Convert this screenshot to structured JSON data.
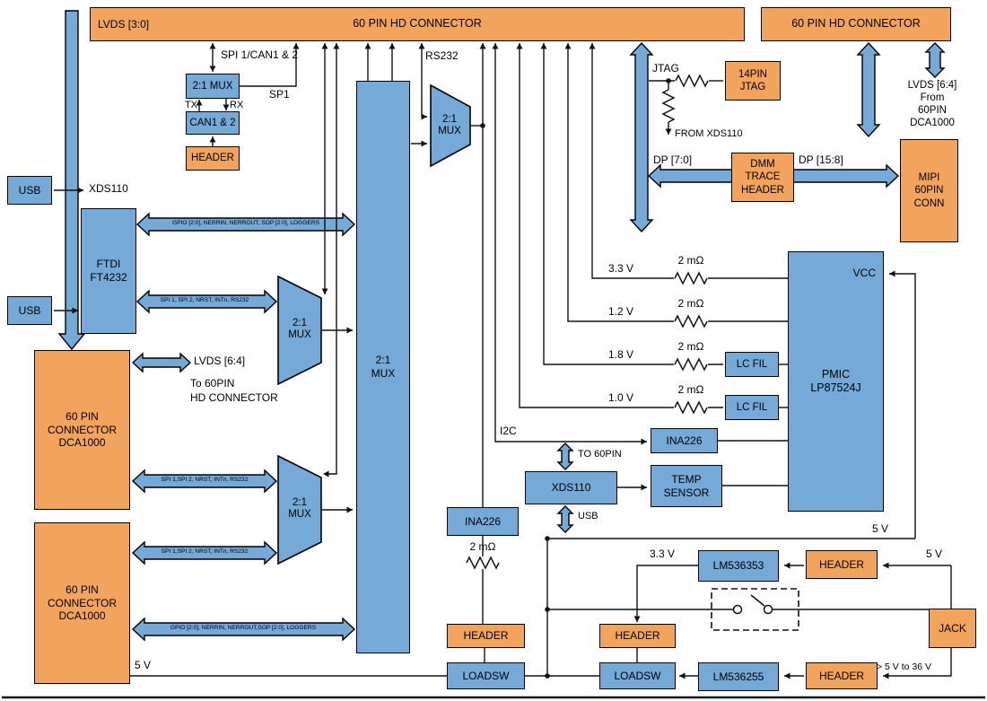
{
  "colors": {
    "block_orange": "#F2A45C",
    "block_blue": "#74A9D8"
  },
  "top": {
    "main_connector": "60 PIN HD CONNECTOR",
    "lvds_3_0": "LVDS [3:0]",
    "right_connector": "60 PIN HD CONNECTOR",
    "lvds_6_4_note": "LVDS [6:4]\nFrom\n60PIN\nDCA1000"
  },
  "can_mux": {
    "bus_label": "SPI 1/CAN1 & 2",
    "mux": "2:1 MUX",
    "sp1": "SP1",
    "tx": "TX",
    "rx": "RX",
    "can": "CAN1 & 2",
    "header": "HEADER"
  },
  "left": {
    "usb_top": "USB",
    "usb_top_target": "XDS110",
    "usb_bottom": "USB",
    "ftdi": "FTDI\nFT4232",
    "dca_top": "60 PIN\nCONNECTOR\nDCA1000",
    "dca_bottom": "60 PIN\nCONNECTOR\nDCA1000",
    "lvds_6_4": "LVDS [6:4]",
    "lvds_note": "To 60PIN\nHD CONNECTOR",
    "v5": "5 V"
  },
  "buses": {
    "gpio_top": "GPIO [2:0], NERRIN, NERROUT, SOP [2:0], LOGGERS",
    "spi_top": "SPI 1, SPI 2, NRST, INTn, RS232",
    "spi_mid": "SPI 1,SPI 2, NRST, INTn, RS232",
    "spi_bottom": "SPI 1,SPI 2, NRST, INTn, RS232",
    "gpio_bottom": "GPIO [2:0], NERRIN, NERROUT,SOP [2:0], LOGGERS"
  },
  "muxes": {
    "center": "2:1\nMUX",
    "upper": "2:1\nMUX",
    "lower": "2:1\nMUX",
    "rs232_mux": "2:1\nMUX",
    "rs232": "RS232"
  },
  "jtag": {
    "label": "JTAG",
    "header": "14PIN\nJTAG",
    "from_note": "FROM XDS110",
    "dmm": "DMM\nTRACE\nHEADER",
    "dp_low": "DP [7:0]",
    "dp_high": "DP [15:8]",
    "mipi": "MIPI\n60PIN\nCONN"
  },
  "power": {
    "v33": "3.3 V",
    "v12": "1.2 V",
    "v18": "1.8 V",
    "v10": "1.0 V",
    "r_v33": "2 mΩ",
    "r_v12": "2 mΩ",
    "r_v18": "2 mΩ",
    "r_v10": "2 mΩ",
    "lc_fil_1": "LC FIL",
    "lc_fil_2": "LC FIL",
    "pmic": "PMIC\nLP87524J",
    "vcc": "VCC",
    "v5_pmic": "5 V"
  },
  "debug": {
    "i2c": "I2C",
    "to_60pin": "TO 60PIN",
    "xds110": "XDS110",
    "usb": "USB",
    "ina226_right": "INA226",
    "temp_sensor": "TEMP\nSENSOR",
    "ina226_center": "INA226",
    "r_ina": "2 mΩ"
  },
  "bottom": {
    "v33": "3.3 V",
    "lm536353": "LM536353",
    "header_33": "HEADER",
    "v5_jack": "5 V",
    "jack": "JACK",
    "header_left": "HEADER",
    "header_mid": "HEADER",
    "loadsw_left": "LOADSW",
    "loadsw_mid": "LOADSW",
    "lm536255": "LM536255",
    "header_right": "HEADER",
    "jack_range": "> 5 V to 36 V"
  }
}
